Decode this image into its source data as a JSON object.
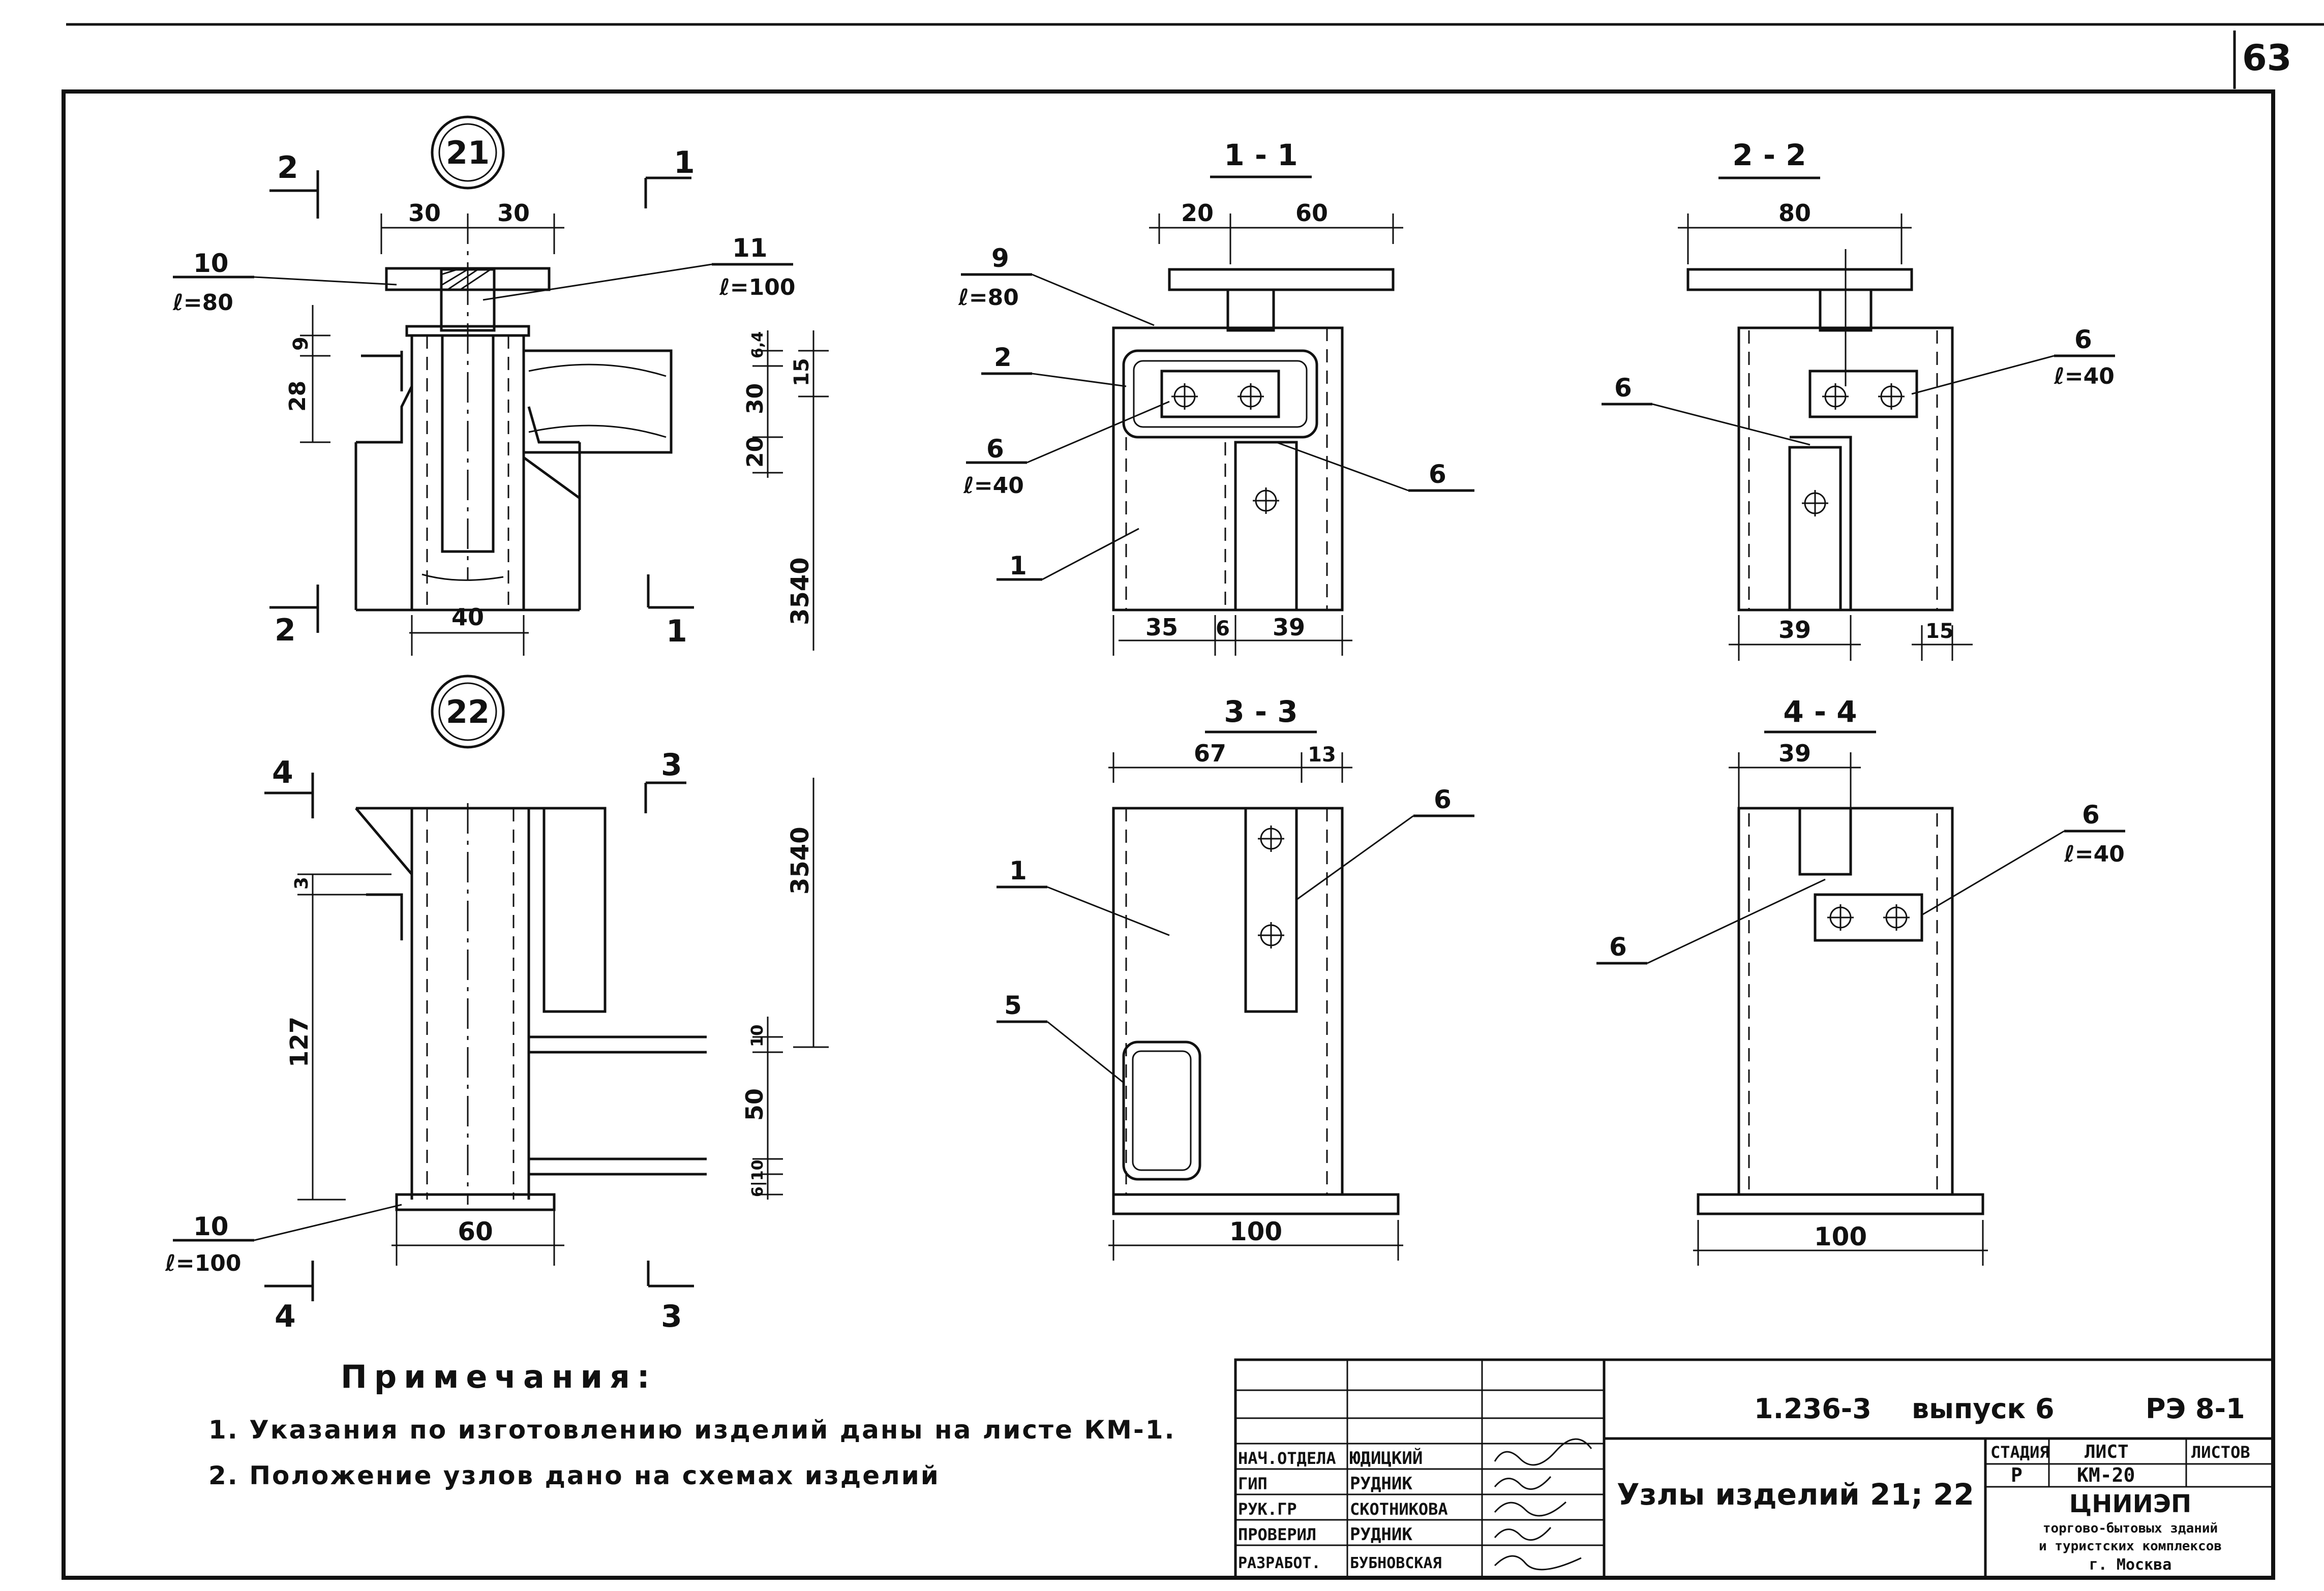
{
  "page_number": "63",
  "details": {
    "d21": {
      "label": "21"
    },
    "d22": {
      "label": "22"
    }
  },
  "section_titles": {
    "s11": "1 - 1",
    "s22": "2 - 2",
    "s33": "3 - 3",
    "s44": "4 - 4"
  },
  "section_marks": {
    "one": "1",
    "two": "2",
    "three": "3",
    "four": "4"
  },
  "dims": {
    "d21_top_left": "30",
    "d21_top_right": "30",
    "d21_bottom": "40",
    "d21_v_9": "9",
    "d21_v_28": "28",
    "d21_v_6": "6,4",
    "d21_v_30": "30",
    "d21_v_20": "20",
    "d21_v_15": "15",
    "d21_v_3540": "3540",
    "d22_v_3": "3",
    "d22_v_127": "127",
    "d22_bottom": "60",
    "d22_v_3540": "3540",
    "d22_v_10": "10",
    "d22_v_50": "50",
    "d22_v_6_10": "6|10",
    "s11_top_20": "20",
    "s11_top_60": "60",
    "s11_b35": "35",
    "s11_b6": "6",
    "s11_b39": "39",
    "s22_top": "80",
    "s22_b39": "39",
    "s22_b15": "15",
    "s33_top67": "67",
    "s33_top13": "13",
    "s33_bottom": "100",
    "s44_top": "39",
    "s44_bottom": "100"
  },
  "callouts": {
    "c10a": "10",
    "c10a_l": "ℓ=80",
    "c11": "11",
    "c11_l": "ℓ=100",
    "c9": "9",
    "c9_l": "ℓ=80",
    "c2": "2",
    "c6a": "6",
    "c6a_l": "ℓ=40",
    "c1a": "1",
    "c6b": "6",
    "c6c": "6",
    "c6d": "6",
    "c6d_l": "ℓ=40",
    "c6e": "6",
    "c1b": "1",
    "c5": "5",
    "c6f": "6",
    "c6g": "6",
    "c6g_l": "ℓ=40",
    "c10b": "10",
    "c10b_l": "ℓ=100"
  },
  "notes": {
    "title": "Примечания:",
    "items": [
      "1. Указания по изготовлению изделий даны на листе КМ-1.",
      "2. Положение узлов дано на схемах изделий"
    ]
  },
  "title_block": {
    "code": "1.236-3",
    "issue": "выпуск 6",
    "doc_id": "РЭ 8-1",
    "roles": [
      "НАЧ.ОТДЕЛА",
      "ГИП",
      "РУК.ГР",
      "ПРОВЕРИЛ",
      "РАЗРАБОТ."
    ],
    "names": [
      "ЮДИЦКИЙ",
      "РУДНИК",
      "СКОТНИКОВА",
      "РУДНИК",
      "БУБНОВСКАЯ"
    ],
    "drawing_title": "Узлы изделий 21; 22",
    "stage_h": "СТАДИЯ",
    "sheet_h": "ЛИСТ",
    "sheets_h": "ЛИСТОВ",
    "stage": "Р",
    "sheet": "КМ-20",
    "sheets": "",
    "org": "ЦНИИЭП",
    "org_sub1": "торгово-бытовых зданий",
    "org_sub2": "и туристских комплексов",
    "org_sub3": "г. Москва"
  }
}
